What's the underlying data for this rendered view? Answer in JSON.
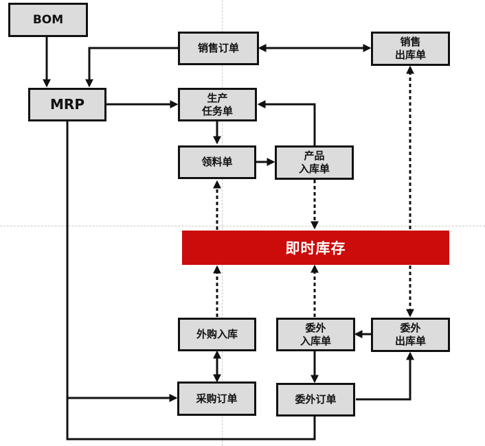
{
  "colors": {
    "box_fill": "#dcdcdc",
    "box_border": "#111111",
    "inventory_bar": "#cc0b0b",
    "inventory_text": "#ffffff",
    "line": "#111111",
    "guide": "#c8c8c8"
  },
  "nodes": {
    "bom": "BOM",
    "mrp": "MRP",
    "sales_order": "销售订单",
    "sales_outbound": "销售\n出库单",
    "production_task": "生产\n任务单",
    "material_requisition": "领料单",
    "product_inbound": "产品\n入库单",
    "realtime_inventory": "即时库存",
    "purchase_inbound": "外购入库",
    "outsource_inbound": "委外\n入库单",
    "outsource_outbound": "委外\n出库单",
    "purchase_order": "采购订单",
    "outsource_order": "委外订单"
  }
}
